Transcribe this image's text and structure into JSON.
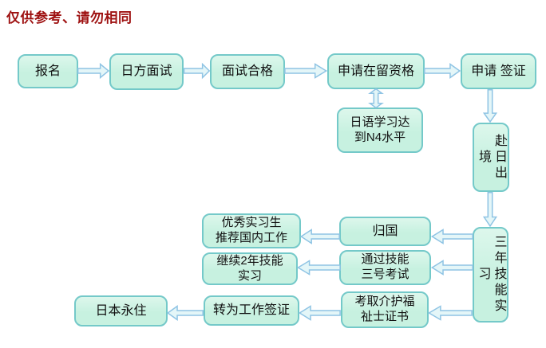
{
  "title": "仅供参考、请勿相同",
  "colors": {
    "background": "#ffffff",
    "title-text": "#9e1111",
    "node-fill": "#c7f1e0",
    "node-fill-light": "#ddf7ec",
    "node-border": "#74c9c9",
    "node-text": "#111111",
    "arrow-stroke": "#8fc4e4",
    "arrow-fill": "#e4f6f8"
  },
  "nodes": {
    "signup": {
      "label": "报名"
    },
    "japan_interview": {
      "label": "日方面试"
    },
    "interview_pass": {
      "label": "面试合格"
    },
    "apply_residence": {
      "label": "申请在留资格"
    },
    "apply_visa": {
      "label": "申请 签证"
    },
    "japanese_n4": {
      "label": "日语学习达\n到N4水平"
    },
    "depart_japan": {
      "label": "赴日出境"
    },
    "three_year_training": {
      "label": "三年技能实习"
    },
    "return_home": {
      "label": "归国"
    },
    "recommend_job": {
      "label": "优秀实习生\n推荐国内工作"
    },
    "pass_skill_exam": {
      "label": "通过技能\n三号考试"
    },
    "continue_training": {
      "label": "继续2年技能\n实习"
    },
    "caregiver_cert": {
      "label": "考取介护福\n祉士证书"
    },
    "work_visa": {
      "label": "转为工作签证"
    },
    "permanent_residence": {
      "label": "日本永住"
    }
  },
  "edges": [
    {
      "from": "signup",
      "to": "japan_interview",
      "type": "arrow"
    },
    {
      "from": "japan_interview",
      "to": "interview_pass",
      "type": "arrow"
    },
    {
      "from": "interview_pass",
      "to": "apply_residence",
      "type": "arrow"
    },
    {
      "from": "apply_residence",
      "to": "apply_visa",
      "type": "arrow"
    },
    {
      "from": "apply_residence",
      "to": "japanese_n4",
      "type": "double-arrow"
    },
    {
      "from": "apply_visa",
      "to": "depart_japan",
      "type": "arrow"
    },
    {
      "from": "depart_japan",
      "to": "three_year_training",
      "type": "arrow"
    },
    {
      "from": "three_year_training",
      "to": "return_home",
      "type": "arrow"
    },
    {
      "from": "return_home",
      "to": "recommend_job",
      "type": "arrow"
    },
    {
      "from": "three_year_training",
      "to": "pass_skill_exam",
      "type": "arrow"
    },
    {
      "from": "pass_skill_exam",
      "to": "continue_training",
      "type": "arrow"
    },
    {
      "from": "three_year_training",
      "to": "caregiver_cert",
      "type": "arrow"
    },
    {
      "from": "caregiver_cert",
      "to": "work_visa",
      "type": "arrow"
    },
    {
      "from": "work_visa",
      "to": "permanent_residence",
      "type": "arrow"
    }
  ]
}
